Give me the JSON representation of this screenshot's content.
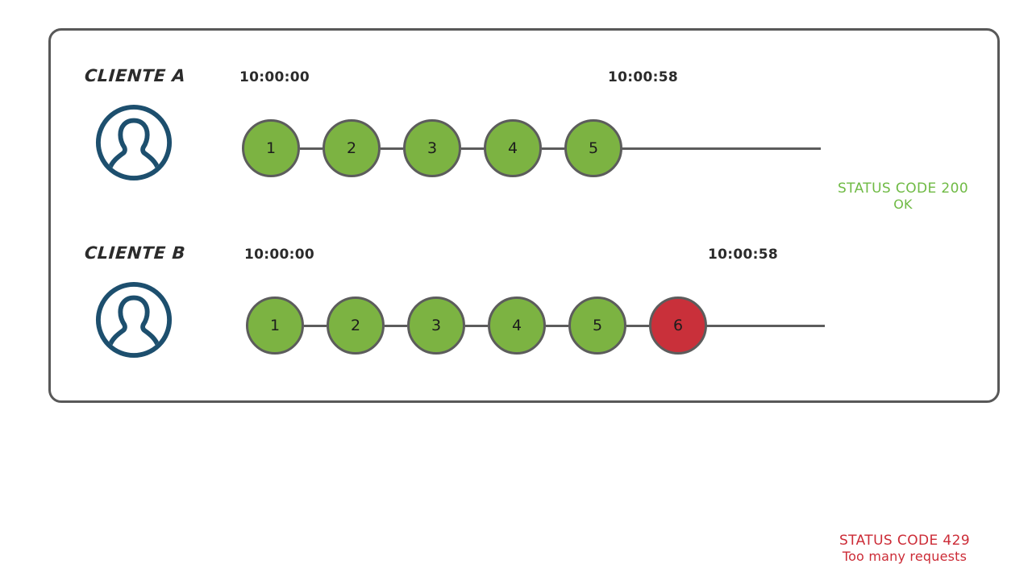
{
  "frame": {
    "border_color": "#585858"
  },
  "palette": {
    "node_ok": "#7cb342",
    "node_error": "#c9303a",
    "node_stroke": "#5c5c5c",
    "avatar": "#1d4f6e",
    "status_ok": "#6fba44",
    "status_error": "#cc2b36",
    "text": "#2b2b2b",
    "background": "#ffffff"
  },
  "rows": [
    {
      "id": "client-a",
      "label": "CLIENTE A",
      "avatar_icon": "user-avatar-icon",
      "start_time": "10:00:00",
      "end_time": "10:00:58",
      "nodes": [
        {
          "n": "1",
          "state": "ok"
        },
        {
          "n": "2",
          "state": "ok"
        },
        {
          "n": "3",
          "state": "ok"
        },
        {
          "n": "4",
          "state": "ok"
        },
        {
          "n": "5",
          "state": "ok"
        }
      ],
      "status": {
        "state": "ok",
        "line1": "STATUS CODE 200",
        "line2": "OK"
      }
    },
    {
      "id": "client-b",
      "label": "CLIENTE B",
      "avatar_icon": "user-avatar-icon",
      "start_time": "10:00:00",
      "end_time": "10:00:58",
      "nodes": [
        {
          "n": "1",
          "state": "ok"
        },
        {
          "n": "2",
          "state": "ok"
        },
        {
          "n": "3",
          "state": "ok"
        },
        {
          "n": "4",
          "state": "ok"
        },
        {
          "n": "5",
          "state": "ok"
        },
        {
          "n": "6",
          "state": "error"
        }
      ],
      "status": {
        "state": "error",
        "line1": "STATUS CODE 429",
        "line2": "Too many requests"
      }
    }
  ]
}
